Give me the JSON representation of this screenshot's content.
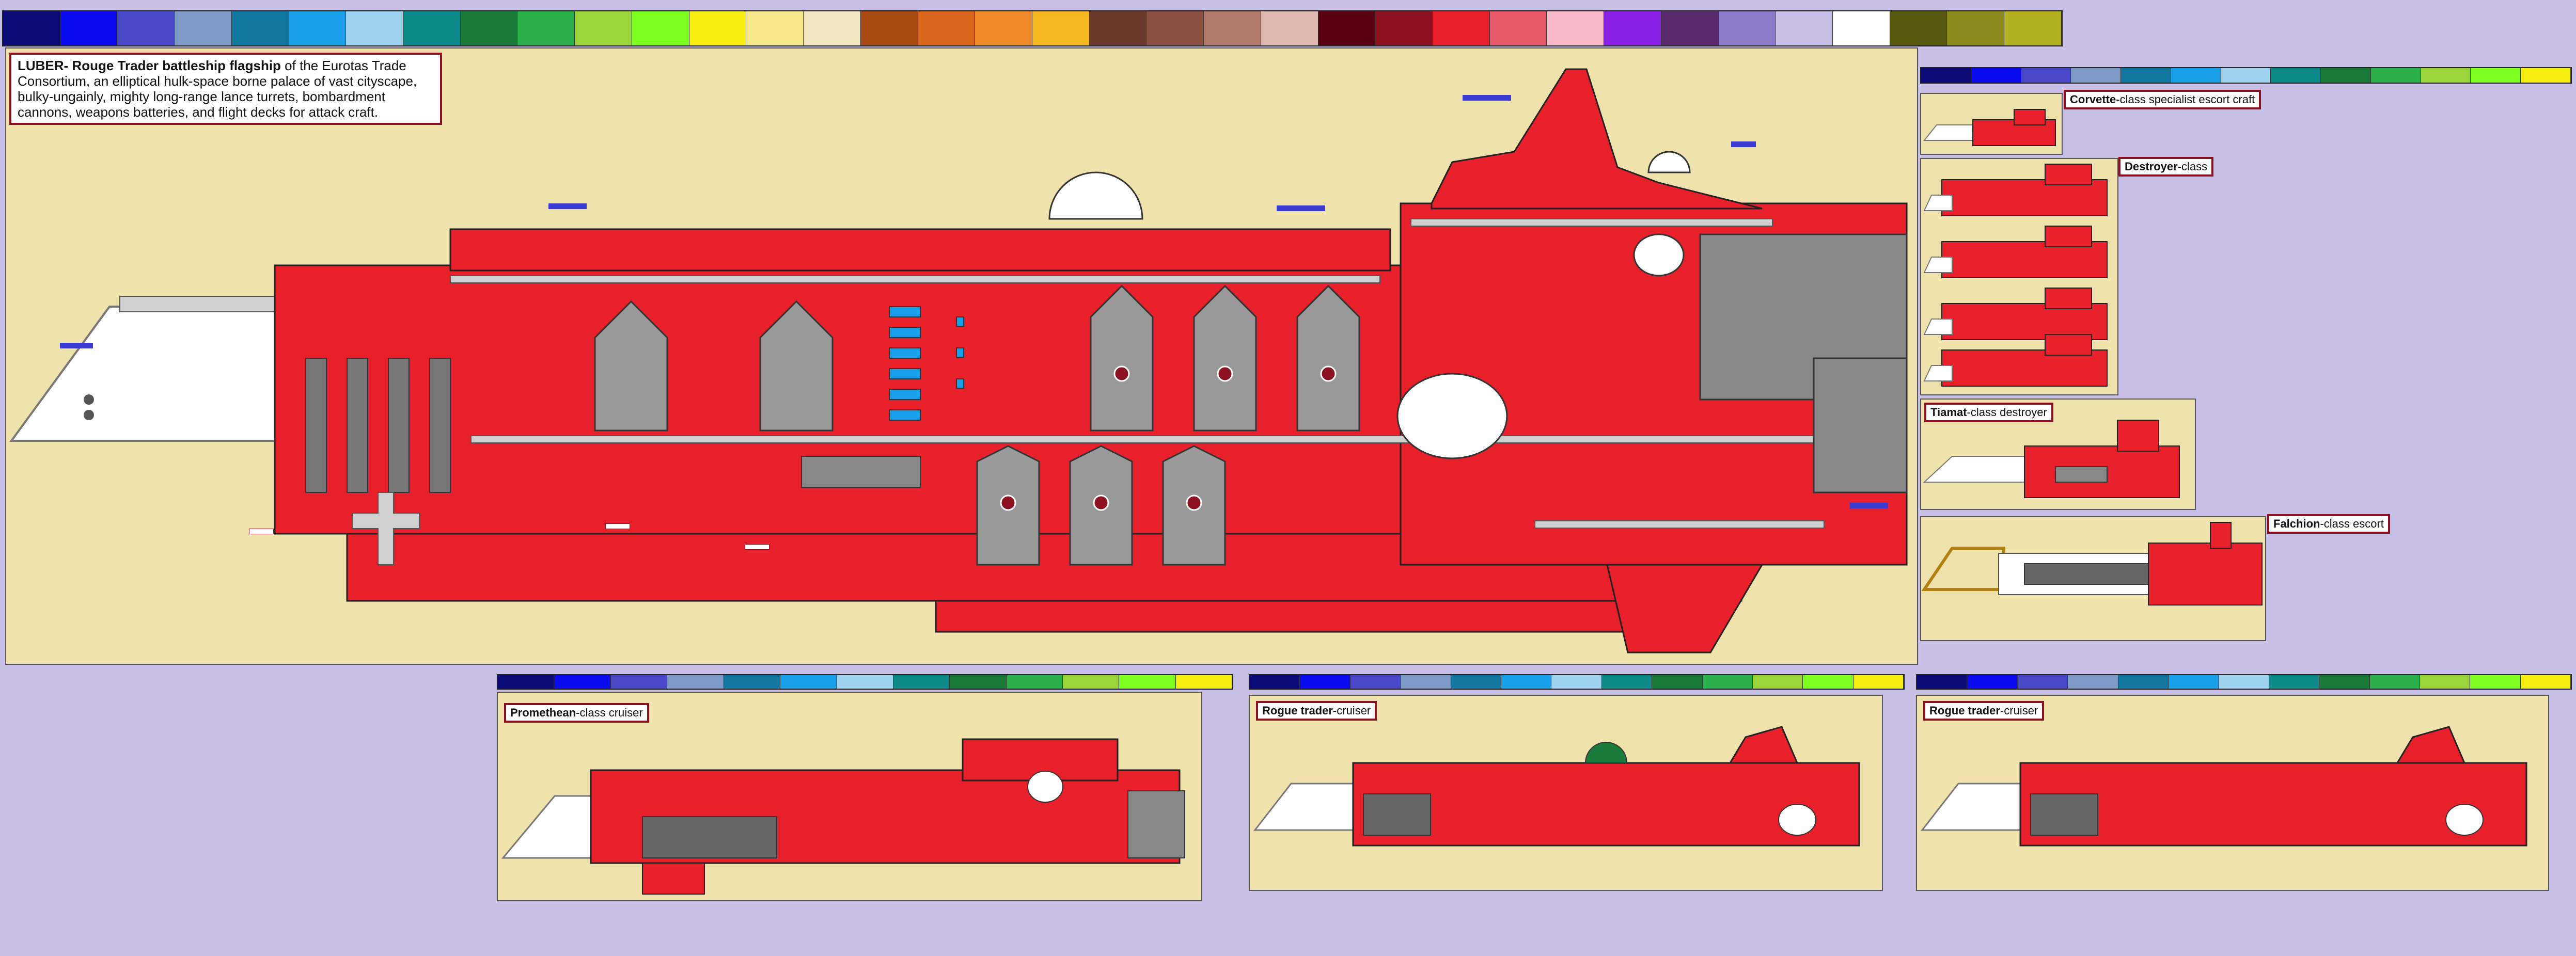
{
  "palette": [
    "#0a0a78",
    "#0b0bf0",
    "#4848c8",
    "#7d9ac6",
    "#1078a0",
    "#1aa0e8",
    "#9fd3ef",
    "#0e8a8a",
    "#1a7a3a",
    "#2ab04a",
    "#9ad43a",
    "#7dff20",
    "#f5ee10",
    "#f5e88a",
    "#f3e6c0",
    "#a84a12",
    "#d8651a",
    "#f08a2a",
    "#f5b820",
    "#6a3a2e",
    "#8a5040",
    "#b07a6a",
    "#e0b8b0",
    "#5a0010",
    "#8b1020",
    "#e8202c",
    "#e85a6a",
    "#f7b8c8",
    "#8a20e8",
    "#5a2a6a",
    "#8a7ac8",
    "#c8c0e6",
    "#ffffff",
    "#5a5a10",
    "#8a8a1a",
    "#b0b020"
  ],
  "palette_small": [
    "#0a0a78",
    "#0b0bf0",
    "#4848c8",
    "#7d9ac6",
    "#1078a0",
    "#1aa0e8",
    "#9fd3ef",
    "#0e8a8a",
    "#1a7a3a",
    "#2ab04a",
    "#9ad43a",
    "#7dff20",
    "#f5ee10"
  ],
  "colors": {
    "hull": "#e8202c",
    "hull_dark": "#c81020",
    "grey": "#888888",
    "window": "#1aa0e8",
    "panel": "#f0e2ad",
    "frame": "#8b1020"
  },
  "main": {
    "title_bold": "LUBER- Rouge Trader battleship flagship",
    "title_rest": " of the Eurotas Trade Consortium, an elliptical hulk-space borne palace of vast cityscape, bulky-ungainly, mighty long-range lance turrets, bombardment cannons, weapons batteries, and flight decks for attack craft."
  },
  "ships": {
    "corvette": {
      "bold": "Corvette",
      "rest": "-class specialist escort craft"
    },
    "destroyer": {
      "bold": "Destroyer",
      "rest": "-class"
    },
    "tiamat": {
      "bold": "Tiamat",
      "rest": "-class destroyer"
    },
    "falchion": {
      "bold": "Falchion",
      "rest": "-class escort"
    },
    "promethean": {
      "bold": "Promethean",
      "rest": "-class cruiser"
    },
    "rogue1": {
      "bold": "Rogue trader",
      "rest": "-cruiser"
    },
    "rogue2": {
      "bold": "Rogue trader",
      "rest": "-cruiser"
    }
  }
}
